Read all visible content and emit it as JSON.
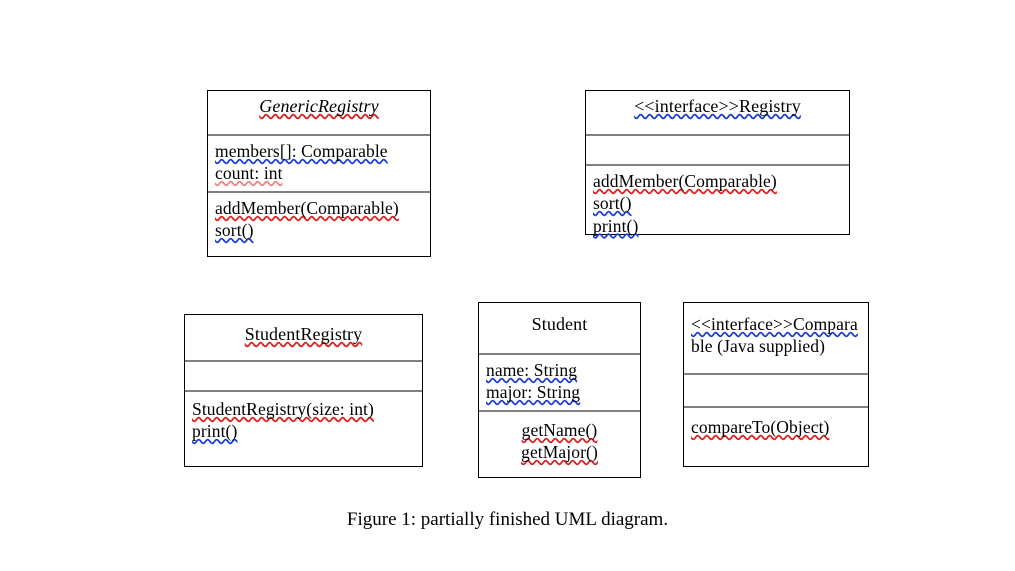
{
  "figure": {
    "caption": "Figure 1: partially finished UML diagram."
  },
  "diagram": {
    "type": "uml-class-diagram",
    "colors": {
      "box_border": "#000000",
      "compartment_divider": "#808080",
      "spellcheck_misspelling": "#e01b1b",
      "spellcheck_grammar": "#1a3ad8",
      "background": "#ffffff"
    },
    "classes": [
      {
        "id": "generic-registry",
        "name": "GenericRegistry",
        "abstract": true,
        "stereotype": "",
        "title_lines": [
          "GenericRegistry"
        ],
        "attributes": [
          "members[]: Comparable",
          "count: int"
        ],
        "operations": [
          "addMember(Comparable)",
          "sort()"
        ],
        "has_empty_attribute_compartment": false
      },
      {
        "id": "registry",
        "name": "Registry",
        "abstract": false,
        "stereotype": "<<interface>>",
        "title_lines": [
          "<<interface>>Registry"
        ],
        "attributes": [],
        "operations": [
          "addMember(Comparable)",
          "sort()",
          "print()"
        ],
        "has_empty_attribute_compartment": true
      },
      {
        "id": "student-registry",
        "name": "StudentRegistry",
        "abstract": false,
        "stereotype": "",
        "title_lines": [
          "StudentRegistry"
        ],
        "attributes": [],
        "operations": [
          "StudentRegistry(size: int)",
          "print()"
        ],
        "has_empty_attribute_compartment": true
      },
      {
        "id": "student",
        "name": "Student",
        "abstract": false,
        "stereotype": "",
        "title_lines": [
          "Student"
        ],
        "attributes": [
          "name: String",
          "major: String"
        ],
        "operations": [
          "getName()",
          "getMajor()"
        ],
        "has_empty_attribute_compartment": false
      },
      {
        "id": "comparable",
        "name": "Comparable (Java supplied)",
        "abstract": false,
        "stereotype": "<<interface>>",
        "title_lines": [
          "<<interface>>Compara",
          "ble (Java supplied)"
        ],
        "attributes": [],
        "operations": [
          "compareTo(Object)"
        ],
        "has_empty_attribute_compartment": true
      }
    ]
  }
}
